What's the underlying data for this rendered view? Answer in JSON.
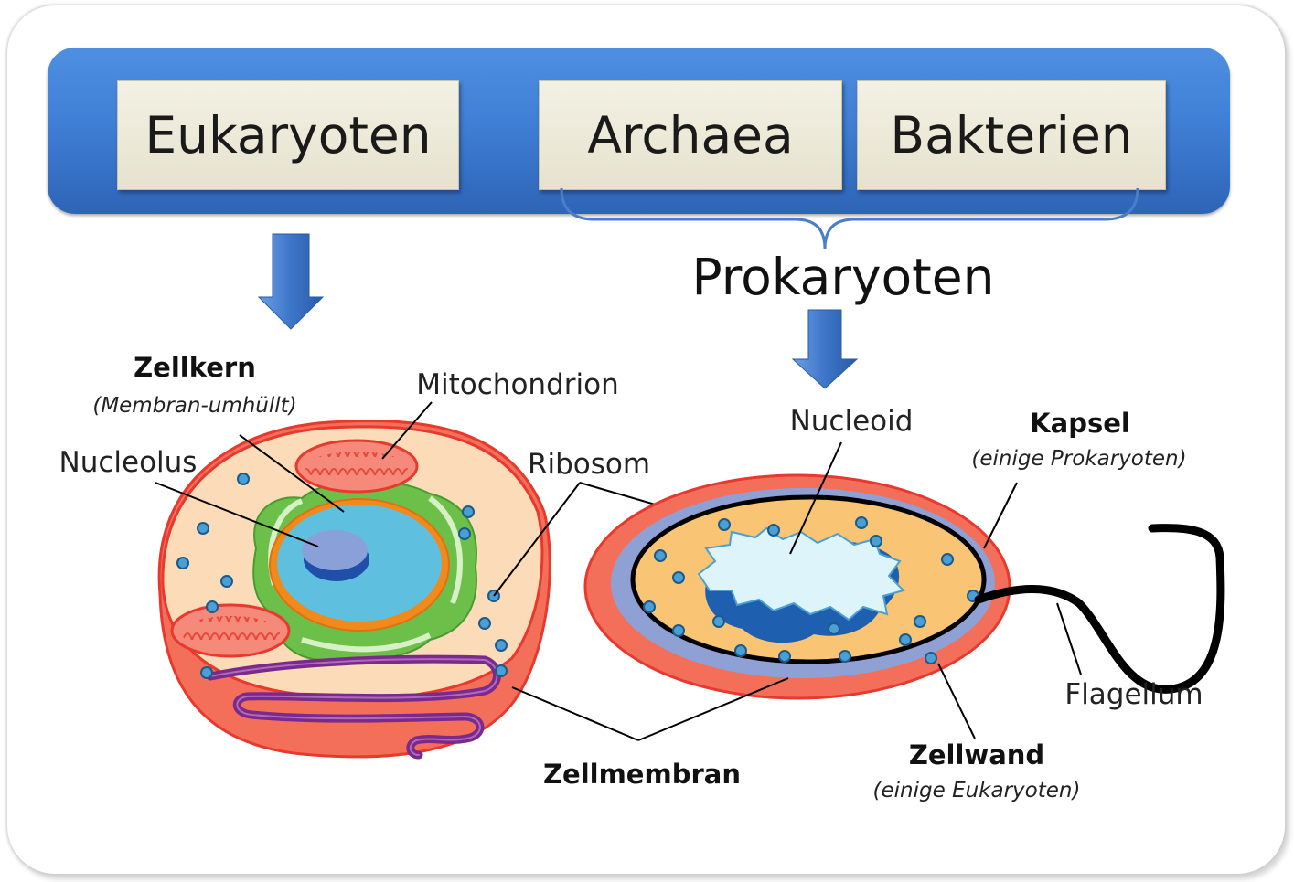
{
  "domains": {
    "eukaryotes": "Eukaryoten",
    "archaea": "Archaea",
    "bacteria": "Bakterien",
    "prokaryotes": "Prokaryoten"
  },
  "eukaryotic_cell": {
    "nucleus": "Zellkern",
    "nucleus_note": "(Membran-umhüllt)",
    "mitochondrion": "Mitochondrion",
    "nucleolus": "Nucleolus",
    "ribosome": "Ribosom"
  },
  "shared": {
    "cell_membrane": "Zellmembran"
  },
  "prokaryotic_cell": {
    "nucleoid": "Nucleoid",
    "capsule": "Kapsel",
    "capsule_note": "(einige Prokaryoten)",
    "flagellum": "Flagellum",
    "cell_wall": "Zellwand",
    "cell_wall_note": "(einige Eukaryoten)"
  },
  "colors": {
    "banner": "#3f7fd6",
    "arrow": "#3d76c8",
    "cell_outer": "#f15a4a",
    "cytoplasm": "#fcdcb8",
    "nucleus": "#5ec0de",
    "er_green": "#6cc04a",
    "ribosome": "#4aa0d4",
    "er_purple": "#7a2a8c",
    "prokaryote_cytoplasm": "#f9c473",
    "prokaryote_wall": "#8fa0d4"
  }
}
